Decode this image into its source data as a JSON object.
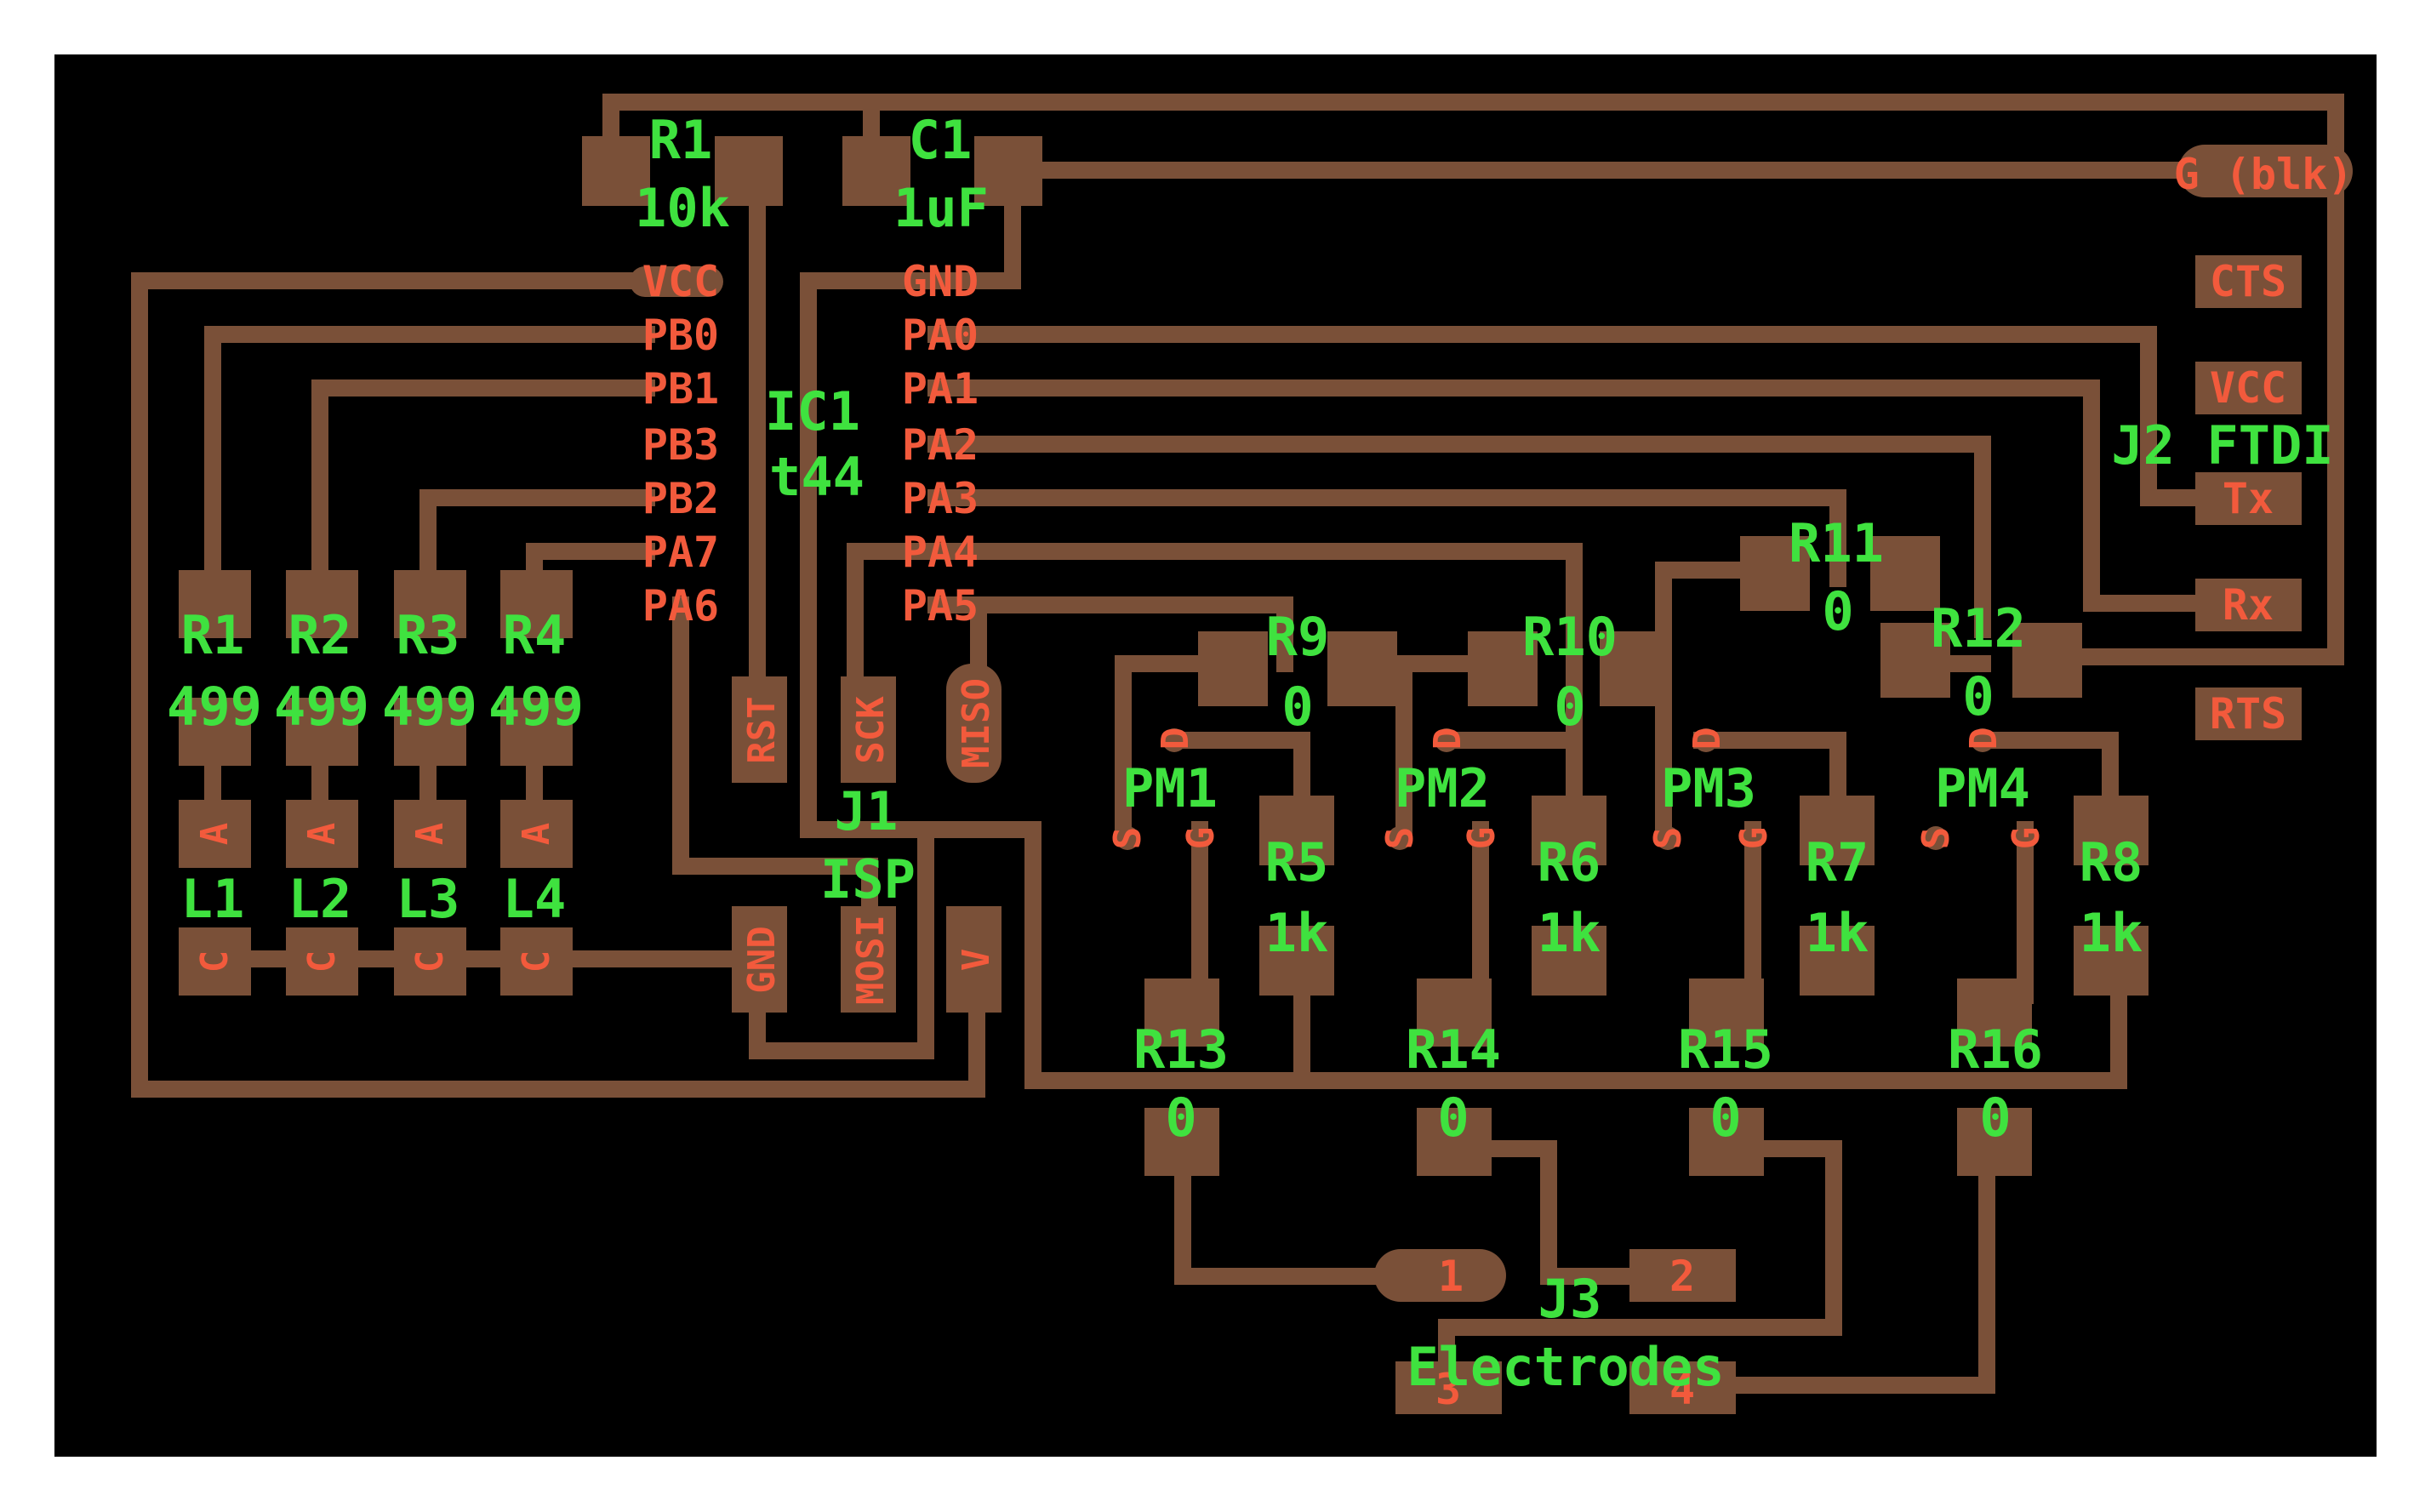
{
  "colors": {
    "background": "#ffffff",
    "board": "#000000",
    "copper": "#7a5038",
    "pad_label": "#f25a3c",
    "component_label": "#3fe23f"
  },
  "components": {
    "r1_top": {
      "name": "R1",
      "value": "10k"
    },
    "c1": {
      "name": "C1",
      "value": "1uF"
    },
    "ic1": {
      "name": "IC1",
      "value": "t44"
    },
    "r1": {
      "name": "R1",
      "value": "499"
    },
    "r2": {
      "name": "R2",
      "value": "499"
    },
    "r3": {
      "name": "R3",
      "value": "499"
    },
    "r4": {
      "name": "R4",
      "value": "499"
    },
    "l1": {
      "name": "L1"
    },
    "l2": {
      "name": "L2"
    },
    "l3": {
      "name": "L3"
    },
    "l4": {
      "name": "L4"
    },
    "j1": {
      "name": "J1",
      "value": "ISP"
    },
    "j2": {
      "name": "J2 FTDI"
    },
    "j3": {
      "name": "J3",
      "value": "Electrodes"
    },
    "r9": {
      "name": "R9",
      "value": "0"
    },
    "r10": {
      "name": "R10",
      "value": "0"
    },
    "r11": {
      "name": "R11",
      "value": "0"
    },
    "r12": {
      "name": "R12",
      "value": "0"
    },
    "pm1": {
      "name": "PM1"
    },
    "pm2": {
      "name": "PM2"
    },
    "pm3": {
      "name": "PM3"
    },
    "pm4": {
      "name": "PM4"
    },
    "r5": {
      "name": "R5",
      "value": "1k"
    },
    "r6": {
      "name": "R6",
      "value": "1k"
    },
    "r7": {
      "name": "R7",
      "value": "1k"
    },
    "r8": {
      "name": "R8",
      "value": "1k"
    },
    "r13": {
      "name": "R13",
      "value": "0"
    },
    "r14": {
      "name": "R14",
      "value": "0"
    },
    "r15": {
      "name": "R15",
      "value": "0"
    },
    "r16": {
      "name": "R16",
      "value": "0"
    }
  },
  "ic_pins": {
    "left": [
      "VCC",
      "PB0",
      "PB1",
      "PB3",
      "PB2",
      "PA7",
      "PA6"
    ],
    "right": [
      "GND",
      "PA0",
      "PA1",
      "PA2",
      "PA3",
      "PA4",
      "PA5"
    ]
  },
  "ftdi_pins": [
    "G (blk)",
    "CTS",
    "VCC",
    "Tx",
    "Rx",
    "RTS"
  ],
  "isp_pins": [
    "RST",
    "SCK",
    "MISO",
    "GND",
    "MOSI",
    "V"
  ],
  "led_pins": {
    "anode": "A",
    "cathode": "C"
  },
  "mosfet_pins": {
    "drain": "D",
    "source": "S",
    "gate": "G"
  },
  "electrode_pins": [
    "1",
    "2",
    "3",
    "4"
  ]
}
